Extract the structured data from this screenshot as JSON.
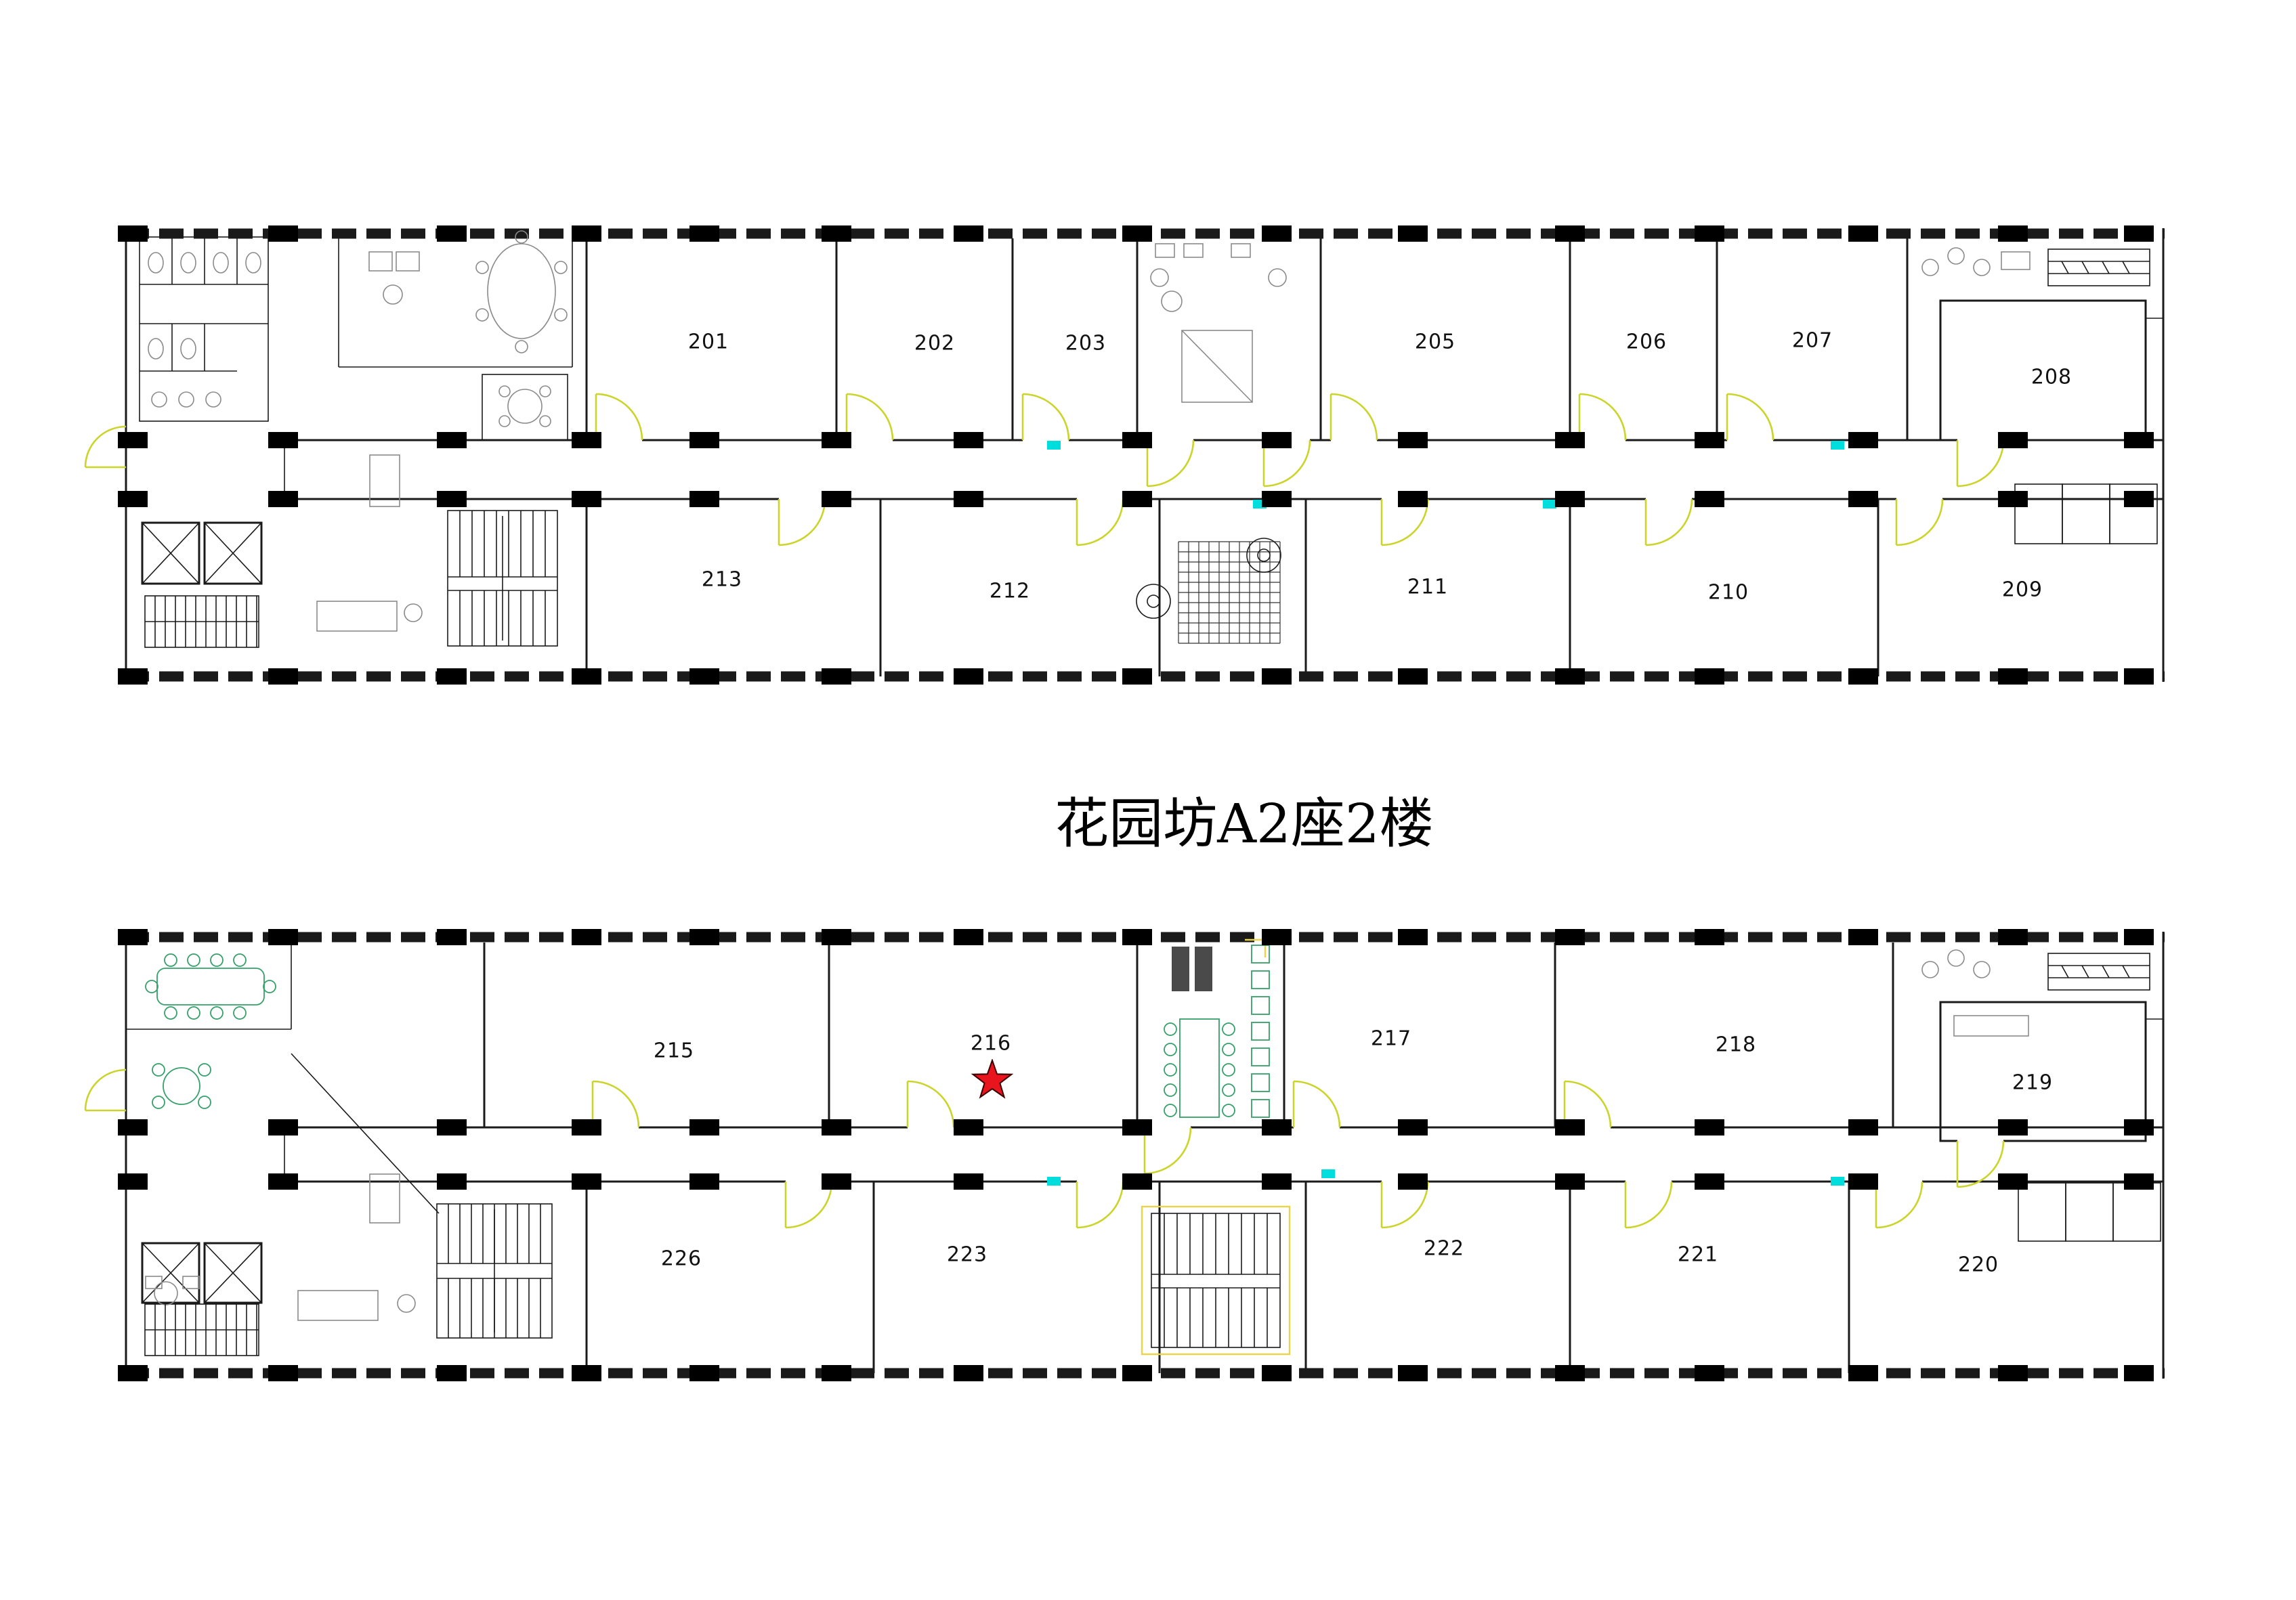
{
  "title": "花园坊A2座2楼",
  "plans": [
    {
      "name": "upper floor plan strip (rooms 201-213)",
      "rooms": [
        {
          "number": "201"
        },
        {
          "number": "202"
        },
        {
          "number": "203"
        },
        {
          "number": "205"
        },
        {
          "number": "206"
        },
        {
          "number": "207"
        },
        {
          "number": "208"
        },
        {
          "number": "213"
        },
        {
          "number": "212"
        },
        {
          "number": "211"
        },
        {
          "number": "210"
        },
        {
          "number": "209"
        }
      ]
    },
    {
      "name": "lower floor plan strip (rooms 215-226)",
      "rooms": [
        {
          "number": "215"
        },
        {
          "number": "216"
        },
        {
          "number": "217"
        },
        {
          "number": "218"
        },
        {
          "number": "219"
        },
        {
          "number": "226"
        },
        {
          "number": "223"
        },
        {
          "number": "222"
        },
        {
          "number": "221"
        },
        {
          "number": "220"
        }
      ],
      "marker": {
        "type": "red-star",
        "room": "216"
      }
    }
  ],
  "colors": {
    "line": "#1a1a1a",
    "column": "#000000",
    "door_arc": "#cbd42a",
    "accent_cyan": "#00dddd",
    "furniture_green": "#35a06a",
    "furniture_gray": "#8a8a8a",
    "star_red": "#e8141e",
    "highlight_yellow": "#e9d44a",
    "counter_dark": "#4a4a4a"
  }
}
